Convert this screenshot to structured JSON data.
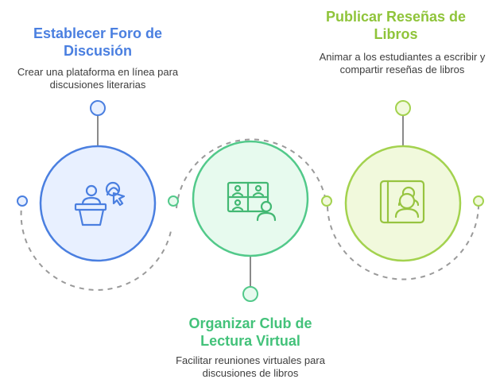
{
  "steps": [
    {
      "title": "Establecer Foro de Discusión",
      "description": "Crear una plataforma en línea para discusiones literarias",
      "icon": "presenter-with-cursor-icon",
      "color": "#4a7fe0",
      "fill": "#e8f0ff",
      "stroke": "#4a7fe0"
    },
    {
      "title": "Organizar Club de Lectura Virtual",
      "description": "Facilitar reuniones virtuales para discusiones de libros",
      "icon": "video-conference-icon",
      "color": "#43c27a",
      "fill": "#e7faee",
      "stroke": "#52c98a"
    },
    {
      "title": "Publicar Reseñas de Libros",
      "description": "Animar a los estudiantes a escribir y compartir reseñas de libros",
      "icon": "book-with-people-icon",
      "color": "#8fc43a",
      "fill": "#f1f9dc",
      "stroke": "#a3d24e"
    }
  ]
}
